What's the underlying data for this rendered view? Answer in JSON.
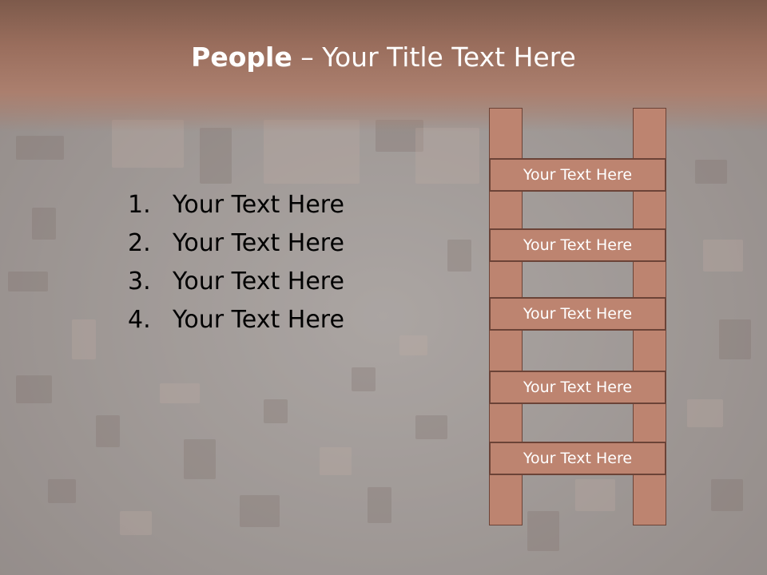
{
  "title": {
    "bold": "People",
    "rest": " – Your Title Text Here"
  },
  "list": [
    {
      "num": "1.",
      "text": "Your Text Here"
    },
    {
      "num": "2.",
      "text": "Your Text Here"
    },
    {
      "num": "3.",
      "text": "Your Text Here"
    },
    {
      "num": "4.",
      "text": "Your Text Here"
    }
  ],
  "ladder": {
    "rungs": [
      "Your Text Here",
      "Your Text Here",
      "Your Text Here",
      "Your Text Here",
      "Your Text Here"
    ]
  },
  "colors": {
    "header": "#9a6e5d",
    "ladder_fill": "#bd8470",
    "ladder_border": "#6b4337",
    "title_text": "#ffffff",
    "body_text": "#000000"
  }
}
